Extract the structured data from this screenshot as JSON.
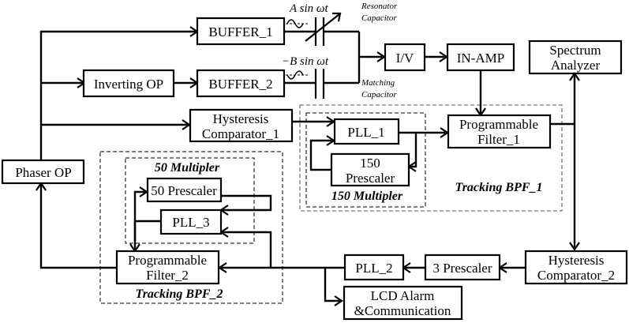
{
  "diagram": {
    "blocks": {
      "buffer1": "BUFFER_1",
      "buffer2": "BUFFER_2",
      "inverting_op": "Inverting OP",
      "iv": "I/V",
      "in_amp": "IN-AMP",
      "spectrum_analyzer": [
        "Spectrum",
        "Analyzer"
      ],
      "hysteresis_comp1": [
        "Hysteresis",
        "Comparator_1"
      ],
      "pll1": "PLL_1",
      "prescaler150": [
        "150",
        "Prescaler"
      ],
      "prog_filter1": [
        "Programmable",
        "Filter_1"
      ],
      "phaser_op": "Phaser OP",
      "prescaler50": "50 Prescaler",
      "pll3": "PLL_3",
      "prog_filter2": [
        "Programmable",
        "Filter_2"
      ],
      "pll2": "PLL_2",
      "prescaler3": "3 Prescaler",
      "hysteresis_comp2": [
        "Hysteresis",
        "Comparator_2"
      ],
      "lcd_alarm": [
        "LCD Alarm",
        "&Communication"
      ]
    },
    "groups": {
      "multiplier150": "150 Multipler",
      "tracking_bpf1": "Tracking BPF_1",
      "multiplier50": "50 Multipler",
      "tracking_bpf2": "Tracking BPF_2"
    },
    "annotations": {
      "signal1": "A sin ωt",
      "signal2": "−B sin ωt",
      "resonator_cap": [
        "Resonator",
        "Capacitor"
      ],
      "matching_cap": [
        "Matching",
        "Capacitor"
      ]
    }
  }
}
